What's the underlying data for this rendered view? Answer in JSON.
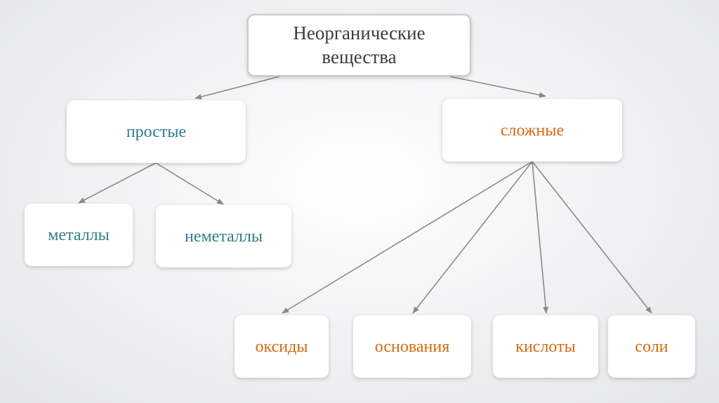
{
  "diagram": {
    "root": {
      "label": "Неорганические вещества"
    },
    "simple": {
      "label": "простые"
    },
    "complex": {
      "label": "сложные"
    },
    "metals": {
      "label": "металлы"
    },
    "nonmetals": {
      "label": "неметаллы"
    },
    "oxides": {
      "label": "оксиды"
    },
    "bases": {
      "label": "основания"
    },
    "acids": {
      "label": "кислоты"
    },
    "salts": {
      "label": "соли"
    }
  },
  "colors": {
    "simple_branch": "#2f7d8c",
    "complex_branch": "#d46a10",
    "root_text": "#3b3b3b",
    "arrow": "#8a8a8a"
  }
}
